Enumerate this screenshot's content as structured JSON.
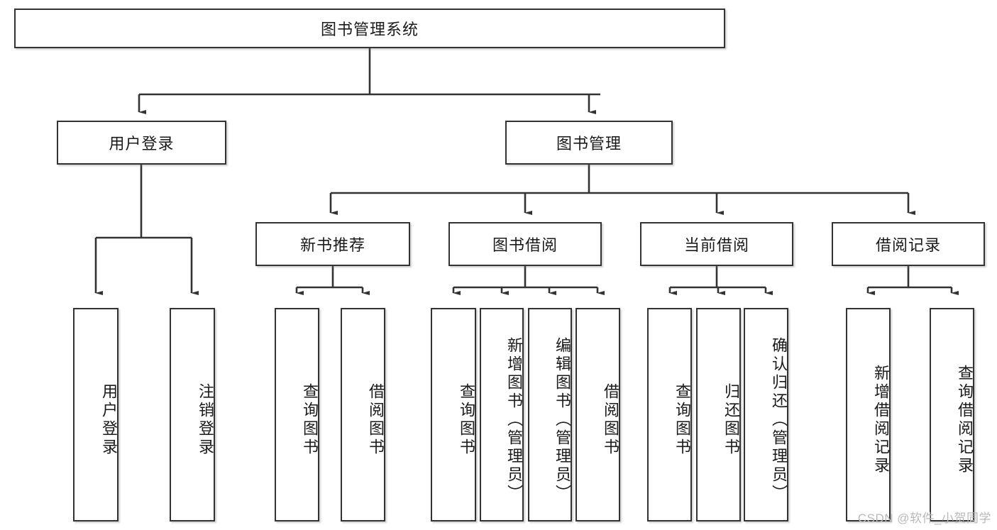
{
  "diagram": {
    "title": "图书管理系统",
    "type": "function-structure-tree",
    "watermark": "CSDN @软件_小贺同学",
    "colors": {
      "box_border": "#333333",
      "box_fill": "#ffffff",
      "connector": "#333333",
      "text": "#1a1a1a",
      "watermark": "#b9b9b9"
    },
    "root": {
      "label": "图书管理系统"
    },
    "level2": [
      {
        "label": "用户登录"
      },
      {
        "label": "图书管理"
      }
    ],
    "level3": [
      {
        "label": "新书推荐"
      },
      {
        "label": "图书借阅"
      },
      {
        "label": "当前借阅"
      },
      {
        "label": "借阅记录"
      }
    ],
    "leaves": {
      "user_login": [
        {
          "label": "用户登录"
        },
        {
          "label": "注销登录"
        }
      ],
      "new_book_recommend": [
        {
          "label": "查询图书"
        },
        {
          "label": "借阅图书"
        }
      ],
      "book_borrow": [
        {
          "label": "查询图书"
        },
        {
          "label": "新增图书（管理员）"
        },
        {
          "label": "编辑图书（管理员）"
        },
        {
          "label": "借阅图书"
        }
      ],
      "current_borrow": [
        {
          "label": "查询图书"
        },
        {
          "label": "归还图书"
        },
        {
          "label": "确认归还（管理员）"
        }
      ],
      "borrow_record": [
        {
          "label": "新增借阅记录"
        },
        {
          "label": "查询借阅记录"
        }
      ]
    }
  }
}
